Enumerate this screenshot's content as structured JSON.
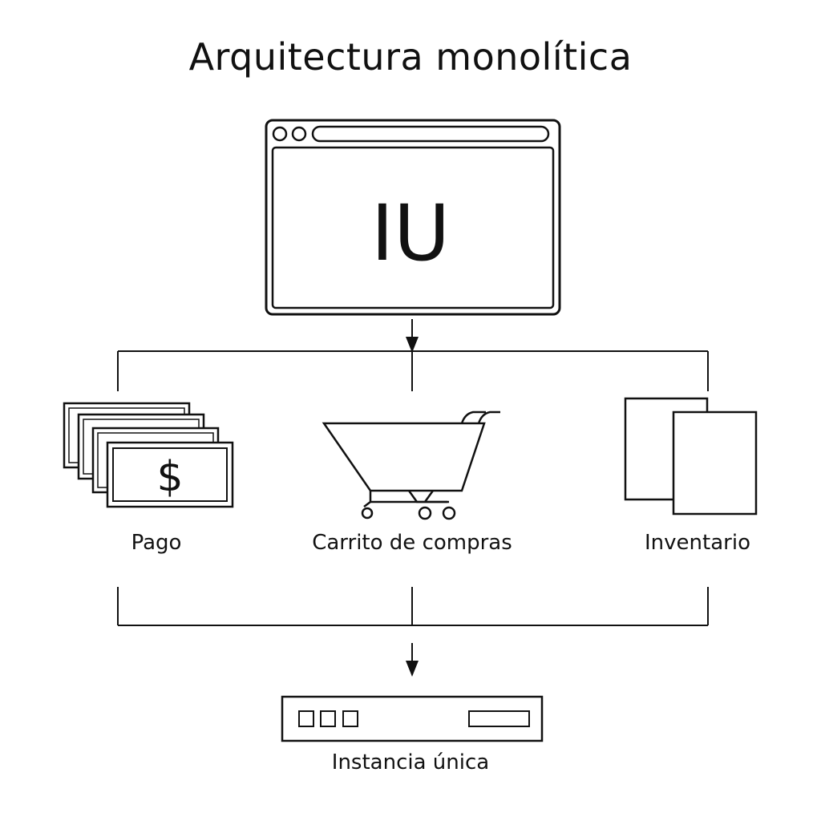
{
  "title": "Arquitectura monolítica",
  "ui_box": {
    "label": "IU"
  },
  "modules": [
    {
      "label": "Pago",
      "icon": "money-stack-icon"
    },
    {
      "label": "Carrito de compras",
      "icon": "shopping-cart-icon"
    },
    {
      "label": "Inventario",
      "icon": "documents-icon"
    }
  ],
  "money_symbol": "$",
  "instance": {
    "label": "Instancia única",
    "icon": "server-icon"
  }
}
